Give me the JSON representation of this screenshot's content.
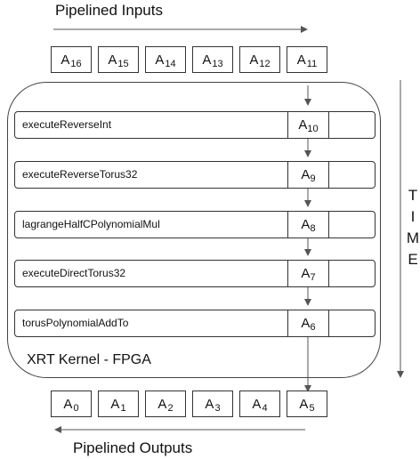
{
  "inputs_title": "Pipelined Inputs",
  "outputs_title": "Pipelined Outputs",
  "kernel_label": "XRT Kernel - FPGA",
  "time_label": [
    "T",
    "I",
    "M",
    "E"
  ],
  "inputs": [
    {
      "main": "A",
      "sub": "16"
    },
    {
      "main": "A",
      "sub": "15"
    },
    {
      "main": "A",
      "sub": "14"
    },
    {
      "main": "A",
      "sub": "13"
    },
    {
      "main": "A",
      "sub": "12"
    },
    {
      "main": "A",
      "sub": "11"
    }
  ],
  "stages": [
    {
      "name": "executeReverseInt",
      "main": "A",
      "sub": "10"
    },
    {
      "name": "executeReverseTorus32",
      "main": "A",
      "sub": "9"
    },
    {
      "name": "lagrangeHalfCPolynomialMul",
      "main": "A",
      "sub": "8"
    },
    {
      "name": "executeDirectTorus32",
      "main": "A",
      "sub": "7"
    },
    {
      "name": "torusPolynomialAddTo",
      "main": "A",
      "sub": "6"
    }
  ],
  "outputs": [
    {
      "main": "A",
      "sub": "0"
    },
    {
      "main": "A",
      "sub": "1"
    },
    {
      "main": "A",
      "sub": "2"
    },
    {
      "main": "A",
      "sub": "3"
    },
    {
      "main": "A",
      "sub": "4"
    },
    {
      "main": "A",
      "sub": "5"
    }
  ],
  "colors": {
    "line": "#555555",
    "border": "#333333"
  }
}
